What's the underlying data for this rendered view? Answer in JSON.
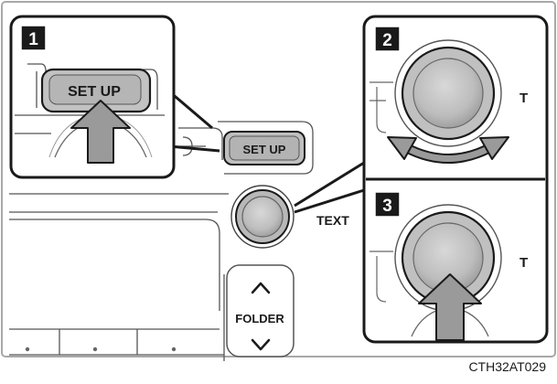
{
  "steps": {
    "step1": "1",
    "step2": "2",
    "step3": "3"
  },
  "buttons": {
    "setup_label": "SET UP",
    "folder_label": "FOLDER"
  },
  "labels": {
    "text_label": "TEXT",
    "knob_t_label": "T"
  },
  "figure_code": "CTH32AT029",
  "icons": {
    "up": "chevron-up-icon",
    "down": "chevron-down-icon",
    "push": "push-arrow-icon",
    "rotate": "rotate-arrow-icon"
  },
  "colors": {
    "frame": "#a8a8a8",
    "outline": "#1a1a1a",
    "badge": "#1a1a1a",
    "button_fill": "#b8b8b8",
    "arrow_fill": "#9a9a9a",
    "knob_fill": "#c2c2c2"
  }
}
